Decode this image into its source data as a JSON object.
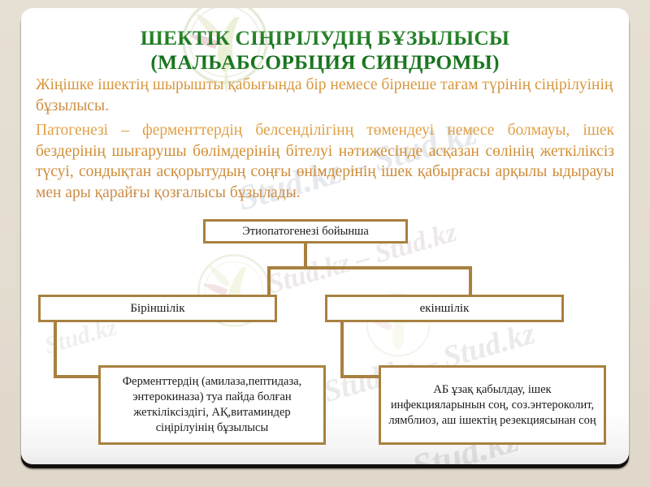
{
  "slide": {
    "title_line_1": "ШЕКТІК СІҢІРІЛУДІҢ БҰЗЫЛЫСЫ",
    "title_line_2": "(МАЛЬАБСОРБЦИЯ СИНДРОМЫ)",
    "paragraph_1": "Жіңішке ішектің шырышты қабығында бір немесе бірнеше тағам түрінің сіңірілуінің бұзылысы.",
    "paragraph_2": "Патогенезі – ферменттердің белсенділігінң төмендеуі немесе болмауы, ішек бездерінің шығарушы бөлімдерінің бітелуі нәтижесінде асқазан сөлінің жеткіліксіз түсуі, сондықтан асқорытудың соңғы өнімдерінің ішек қабырғасы арқылы ыдырауы мен ары қарайғы қозғалысы бұзылады."
  },
  "diagram": {
    "root": "Этиопатогенезі бойынша",
    "primary": "Біріншілік",
    "secondary": "екіншілік",
    "primary_detail": "Ферменттердің (амилаза,пептидаза, энтерокиназа) туа пайда болған жеткіліксіздігі, АҚ,витаминдер сіңірілуінің бұзылысы",
    "secondary_detail": "АБ ұзақ қабылдау, ішек инфекцияларынын соң, соз.энтероколит, лямблиоз, аш ішектің резекциясынан соң"
  },
  "watermarks": {
    "mark_1": "Stud.kz – Stud.kz",
    "mark_2": "Stud.kz – Stud.kz",
    "mark_3": "Stud.kz – Stud.kz",
    "mark_4": "Stud.kz",
    "mark_5": "Stud.kz"
  },
  "colors": {
    "page_background": "#e5ded2",
    "card_background": "#ffffff",
    "title_green": "#15711a",
    "body_orange": "#d08a33",
    "box_border": "#a8813f",
    "box_text": "#1a1a1a"
  }
}
